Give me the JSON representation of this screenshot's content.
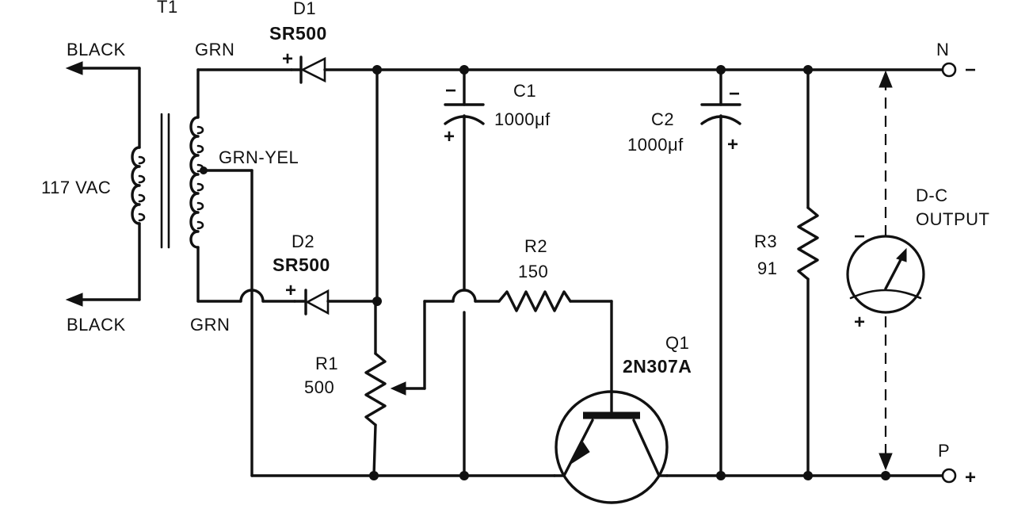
{
  "transformer": {
    "ref": "T1",
    "primary_voltage": "117 VAC"
  },
  "primary_leads": {
    "top": "BLACK",
    "bottom": "BLACK"
  },
  "secondary_leads": {
    "top": "GRN",
    "center": "GRN-YEL",
    "bottom": "GRN"
  },
  "diodes": [
    {
      "ref": "D1",
      "part": "SR500",
      "plus": "+"
    },
    {
      "ref": "D2",
      "part": "SR500",
      "plus": "+"
    }
  ],
  "capacitors": [
    {
      "ref": "C1",
      "value": "1000μf",
      "minus": "−",
      "plus": "+"
    },
    {
      "ref": "C2",
      "value": "1000μf",
      "minus": "−",
      "plus": "+"
    }
  ],
  "resistors": [
    {
      "ref": "R1",
      "value": "500"
    },
    {
      "ref": "R2",
      "value": "150"
    },
    {
      "ref": "R3",
      "value": "91"
    }
  ],
  "transistor": {
    "ref": "Q1",
    "part": "2N307A"
  },
  "output": {
    "label_line1": "D-C",
    "label_line2": "OUTPUT",
    "terminal_n": "N",
    "terminal_n_sign": "−",
    "terminal_p": "P",
    "terminal_p_sign": "+",
    "meter_minus": "−",
    "meter_plus": "+"
  }
}
